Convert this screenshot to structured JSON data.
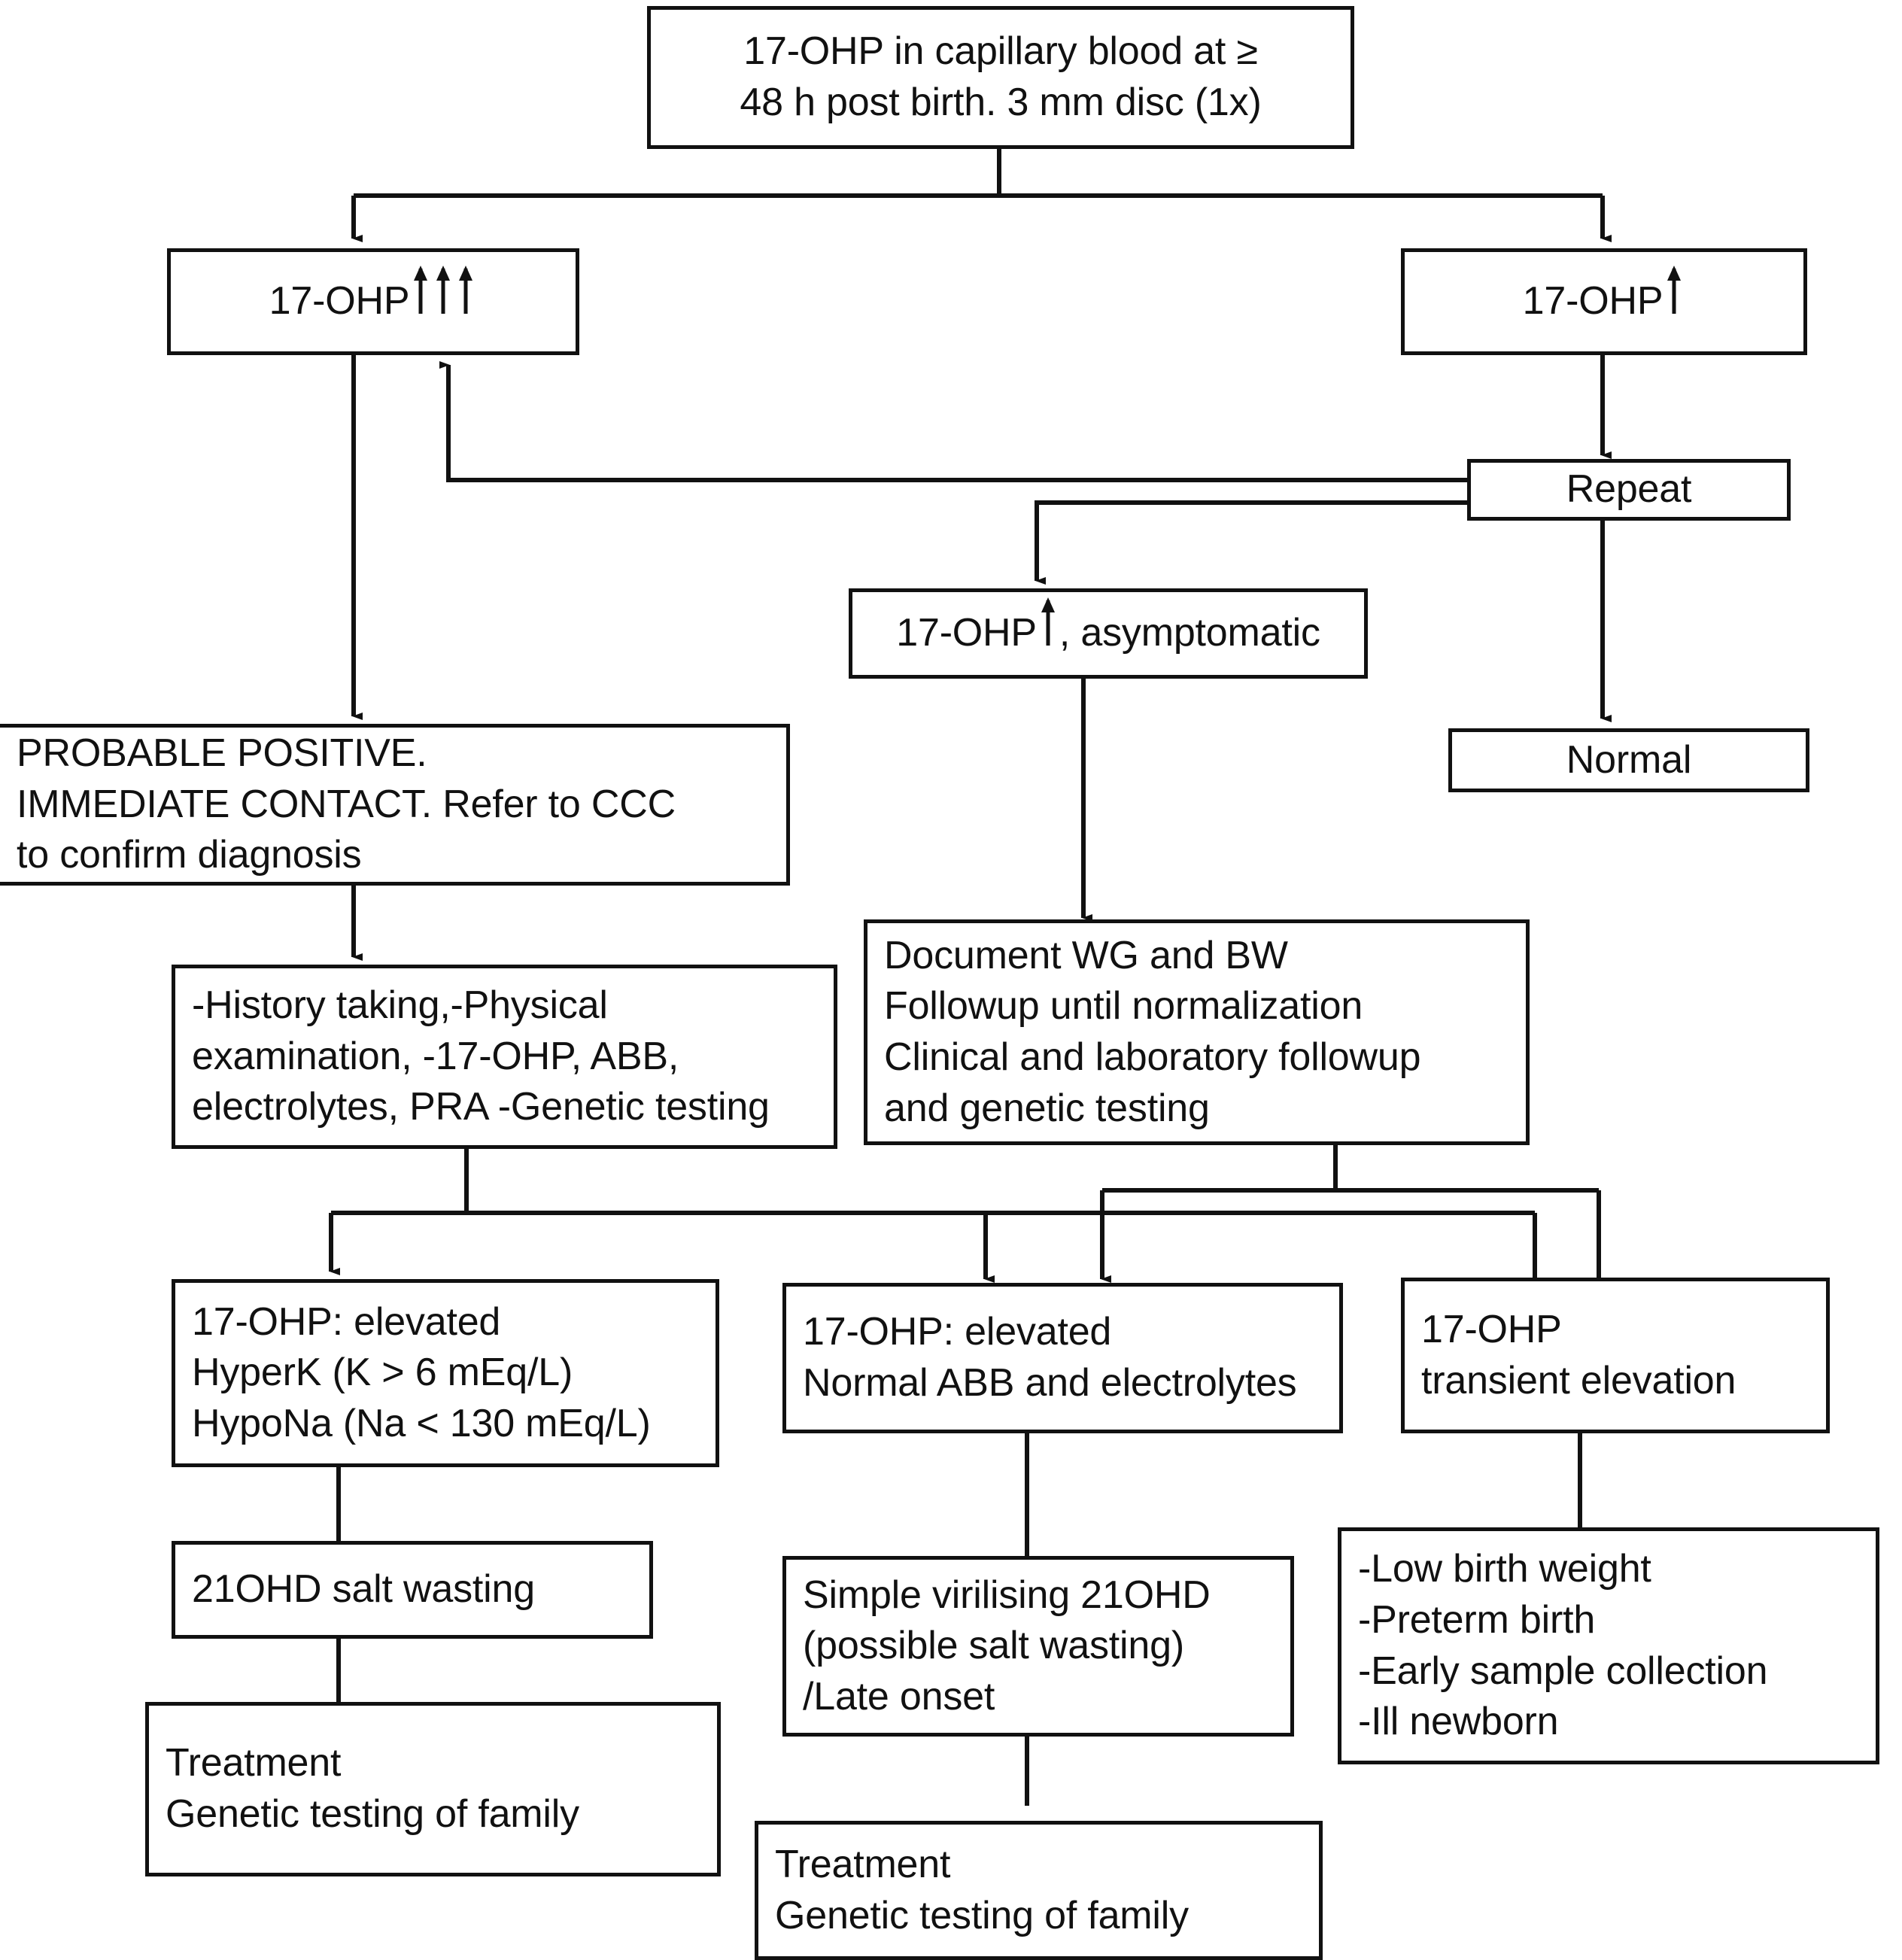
{
  "diagram": {
    "title": "17-OHP newborn screening algorithm",
    "stroke_color": "#111111",
    "background_color": "#ffffff",
    "nodes": {
      "screening": {
        "line1": "17-OHP in capillary blood at ≥",
        "line2": "48 h post birth. 3 mm disc (1x)"
      },
      "ohp_triple": {
        "label": "17-OHP",
        "arrows": 3
      },
      "ohp_single": {
        "label": "17-OHP",
        "arrows": 1
      },
      "repeat": {
        "label": "Repeat"
      },
      "asymptomatic": {
        "label_pre": "17-OHP",
        "label_post": ", asymptomatic",
        "arrows": 1
      },
      "normal": {
        "label": "Normal"
      },
      "probable_positive": {
        "line1": "PROBABLE POSITIVE.",
        "line2": "IMMEDIATE CONTACT. Refer to CCC",
        "line3": "to confirm diagnosis"
      },
      "workup": {
        "line1": "-History taking,-Physical",
        "line2": "examination, -17-OHP, ABB,",
        "line3": "electrolytes, PRA -Genetic testing"
      },
      "document": {
        "line1": "Document WG and BW",
        "line2": "Followup until normalization",
        "line3": "Clinical and laboratory followup",
        "line4": "and genetic testing"
      },
      "salt_losing_labs": {
        "line1": "17-OHP: elevated",
        "line2": "HyperK (K > 6 mEq/L)",
        "line3": "HypoNa (Na < 130 mEq/L)"
      },
      "normal_labs": {
        "line1": "17-OHP: elevated",
        "line2": "Normal ABB and electrolytes"
      },
      "transient": {
        "line1": "17-OHP",
        "line2": "transient elevation"
      },
      "salt_wasting": {
        "label": "21OHD salt wasting"
      },
      "treatment_left": {
        "line1": "Treatment",
        "line2": "Genetic testing of family"
      },
      "simple_virilising": {
        "line1": "Simple virilising 21OHD",
        "line2": "(possible salt wasting)",
        "line3": "/Late onset"
      },
      "treatment_middle": {
        "line1": "Treatment",
        "line2": "Genetic testing of family"
      },
      "transient_causes": {
        "line1": "-Low birth weight",
        "line2": "-Preterm birth",
        "line3": "-Early sample collection",
        "line4": "-Ill newborn"
      }
    }
  }
}
